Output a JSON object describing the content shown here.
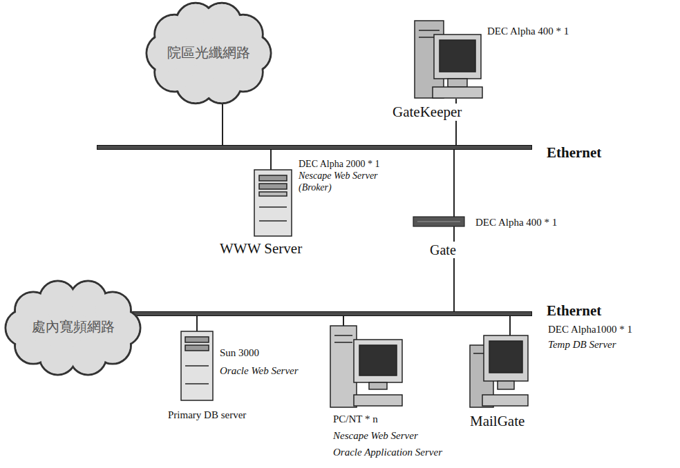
{
  "diagram": {
    "nodes": [
      {
        "text": [
          "院區光纖網路"
        ]
      },
      {
        "text": [
          "DEC Alpha 400 * 1",
          "GateKeeper"
        ]
      },
      {
        "text": [
          "Ethernet"
        ]
      },
      {
        "text": [
          "DEC Alpha 2000 * 1",
          "Nescape Web Server (Broker)",
          "WWW Server"
        ]
      },
      {
        "text": [
          "DEC Alpha 400 * 1",
          "Gate"
        ]
      },
      {
        "text": [
          "Ethernet"
        ]
      },
      {
        "text": [
          "處內寬頻網路"
        ]
      },
      {
        "text": [
          "Sun 3000",
          "Oracle Web Server",
          "Primary DB server"
        ]
      },
      {
        "text": [
          "PC/NT * n",
          "Nescape Web Server",
          "Oracle Application Server"
        ]
      },
      {
        "text": [
          "DEC Alpha1000 * 1",
          "Temp DB Server",
          "MailGate"
        ]
      }
    ],
    "edges": [
      {
        "from": 0,
        "to": 2,
        "arrow": "none"
      },
      {
        "from": 1,
        "to": 2,
        "arrow": "none"
      },
      {
        "from": 3,
        "to": 2,
        "arrow": "none"
      },
      {
        "from": 4,
        "to": 2,
        "arrow": "none"
      },
      {
        "from": 4,
        "to": 5,
        "arrow": "none"
      },
      {
        "from": 6,
        "to": 5,
        "arrow": "none"
      },
      {
        "from": 7,
        "to": 5,
        "arrow": "none"
      },
      {
        "from": 8,
        "to": 5,
        "arrow": "none"
      },
      {
        "from": 9,
        "to": 5,
        "arrow": "none"
      }
    ]
  }
}
